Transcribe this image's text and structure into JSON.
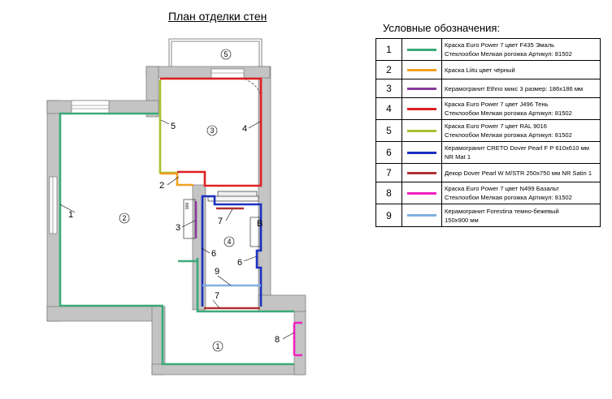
{
  "plan": {
    "title": "План отделки стен",
    "rooms": [
      "1",
      "2",
      "3",
      "4",
      "5"
    ],
    "markers": [
      "1",
      "2",
      "3",
      "4",
      "5",
      "6",
      "6",
      "7",
      "7",
      "8",
      "9"
    ],
    "small_note": "900",
    "side_letter": "В"
  },
  "legend": {
    "title": "Условные обозначения:",
    "items": [
      {
        "num": "1",
        "color": "#3aaa78",
        "lines": [
          "Краска Euro Power 7  цвет F435 Эмаль",
          "Стеклообои Мелкая рогожка Артикул: 81502"
        ]
      },
      {
        "num": "2",
        "color": "#f0a020",
        "lines": [
          "Краска Liitu цвет чёрный"
        ]
      },
      {
        "num": "3",
        "color": "#8a3a9a",
        "lines": [
          "Керамогранит Ethno микс 3 размер: 186x186 мм"
        ]
      },
      {
        "num": "4",
        "color": "#e02020",
        "lines": [
          "Краска Euro Power 7  цвет J496 Тень",
          "Стеклообои Мелкая рогожка Артикул: 81502"
        ]
      },
      {
        "num": "5",
        "color": "#a8c02c",
        "lines": [
          "Краска Euro Power 7  цвет RAL 9016",
          "Стеклообои Мелкая рогожка Артикул: 81502"
        ]
      },
      {
        "num": "6",
        "color": "#1a30c0",
        "lines": [
          "Керамогранит  CRETO Dover Pearl F P 610x610 мм",
          "NR Mat 1"
        ]
      },
      {
        "num": "7",
        "color": "#b03030",
        "lines": [
          "Декор Dover Pearl W M/STR 250x750 мм NR Satin 1"
        ]
      },
      {
        "num": "8",
        "color": "#f020c0",
        "lines": [
          "Краска Euro Power 7  цвет N499 Базальт",
          "Стеклообои Мелкая рогожка Артикул: 81502"
        ]
      },
      {
        "num": "9",
        "color": "#80b0e0",
        "lines": [
          "Керамогранит Forestina темно-бежевый",
          "150x900 мм"
        ]
      }
    ]
  }
}
